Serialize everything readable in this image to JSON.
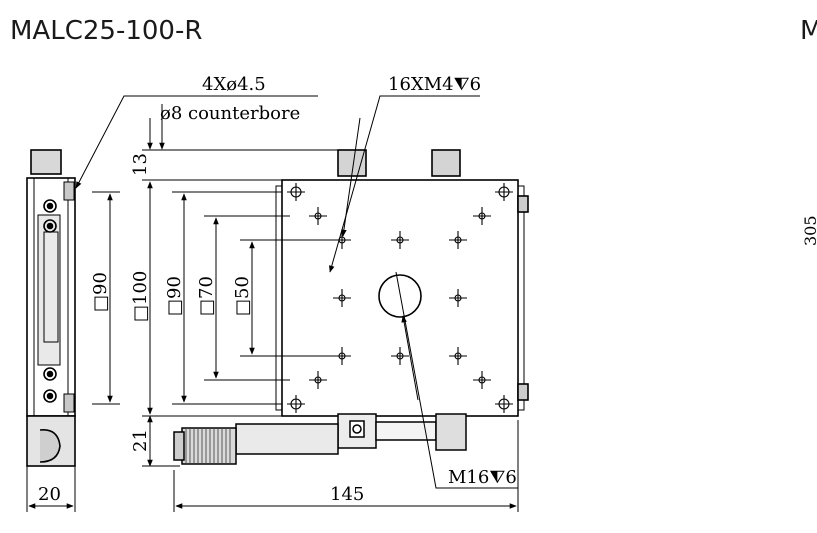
{
  "title_left": "MALC25-100-R",
  "title_right_partial": "M",
  "side_partial": "305",
  "annotations": {
    "holes": "4Xø4.5",
    "counterbore": "ø8 counterbore",
    "threads": "16XM4⧨6",
    "center_thread": "M16⧨6"
  },
  "dimensions": {
    "top_offset": "13",
    "side_square": "□90",
    "overall_square": "□100",
    "sq90": "□90",
    "sq70": "□70",
    "sq50": "□50",
    "bottom_offset": "21",
    "side_width": "20",
    "length": "145"
  }
}
